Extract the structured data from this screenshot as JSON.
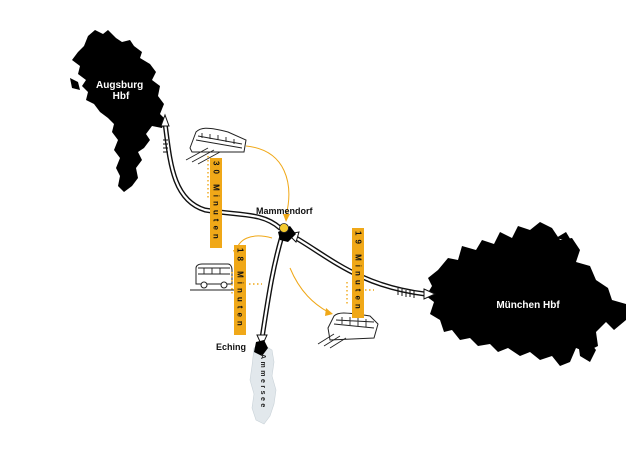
{
  "places": {
    "augsburg": "Augsburg\nHbf",
    "muenchen": "München Hbf",
    "mammendorf": "Mammendorf",
    "eching": "Eching",
    "ammersee": "Ammersee"
  },
  "travel_times": [
    {
      "id": "augsburg",
      "text": "30 Minuten"
    },
    {
      "id": "eching",
      "text": "18 Minuten"
    },
    {
      "id": "muenchen",
      "text": "19 Minuten"
    }
  ],
  "colors": {
    "accent": "#f0a818",
    "marker": "#f5c92c",
    "city": "#000000",
    "lake": "#e2e8ec"
  },
  "icons": {
    "augsburg_vehicle": "train-icon",
    "eching_vehicle": "bus-icon",
    "muenchen_vehicle": "train-icon"
  }
}
